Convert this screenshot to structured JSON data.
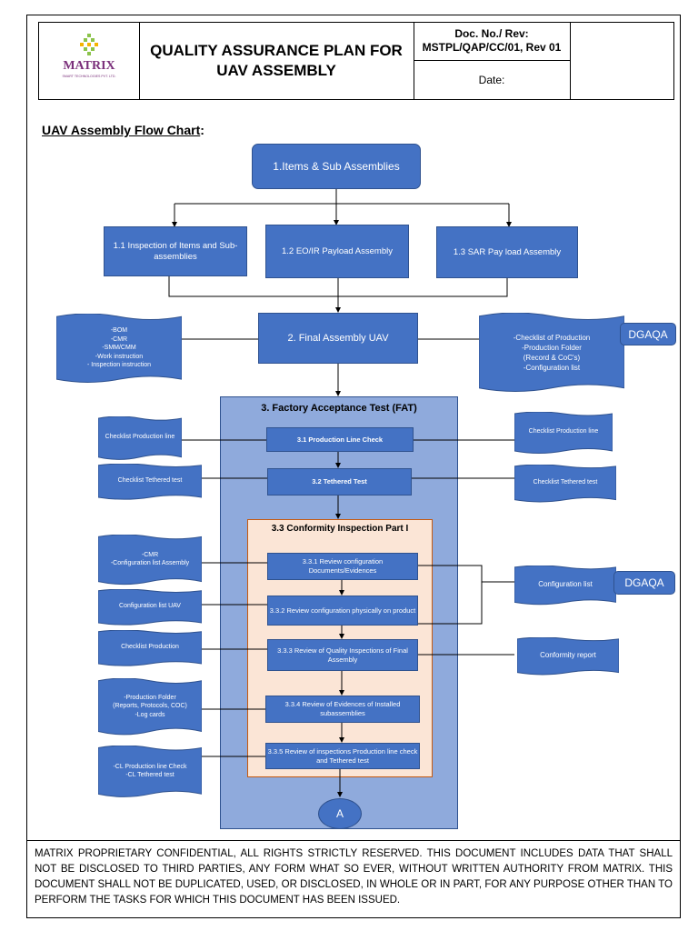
{
  "header": {
    "logo_name": "MATRIX",
    "logo_sub": "SMART TECHNOLOGIES PVT. LTD.",
    "title": "QUALITY ASSURANCE PLAN FOR UAV ASSEMBLY",
    "doc_label": "Doc. No./ Rev:",
    "doc_value": "MSTPL/QAP/CC/01, Rev 01",
    "date_label": "Date:",
    "brand_colors": [
      "#8bc34a",
      "#f4b400",
      "#7a2f7a"
    ]
  },
  "section_title": "UAV Assembly Flow Chart",
  "section_colon": ":",
  "flow": {
    "items": "1.Items & Sub Assemblies",
    "insp_items": "1.1 Inspection of Items and Sub-assemblies",
    "eoir": "1.2 EO/IR Payload Assembly",
    "sar": "1.3 SAR Pay load Assembly",
    "final": "2. Final Assembly UAV",
    "fat_title": "3. Factory Acceptance Test (FAT)",
    "plc": "3.1 Production Line Check",
    "tethered": "3.2 Tethered Test",
    "ci_title": "3.3 Conformity Inspection Part I",
    "s331": "3.3.1 Review configuration Documents/Evidences",
    "s332": "3.3.2 Review configuration physically on product",
    "s333": "3.3.3 Review of Quality Inspections of Final Assembly",
    "s334": "3.3.4 Review of Evidences of Installed subassemblies",
    "s335": "3.3.5 Review of inspections Production line check and Tethered test",
    "connector": "A"
  },
  "docs": {
    "bom": "-BOM\n-CMR\n-SMM/CMM\n-Work instruction\n- Inspection instruction",
    "prod_checklist": "-Checklist of Production\n-Production Folder\n(Record & CoC's)\n-Configuration list",
    "left_plc": "Checklist Production line",
    "right_plc": "Checklist Production line",
    "left_teth": "Checklist Tethered test",
    "right_teth": "Checklist Tethered test",
    "cmr_cfg": "-CMR\n-Configuration list Assembly",
    "cfg_list": "Configuration list",
    "cfg_uav": "Configuration list UAV",
    "chk_prod": "Checklist Production",
    "conf_report": "Conformity report",
    "prod_folder": "-Production Folder\n(Reports, Protocols, COC)\n-Log cards",
    "cl_prod": "-CL Production line Check\n-CL Tethered test"
  },
  "dgaqa_1": "DGAQA",
  "dgaqa_2": "DGAQA",
  "footer": "MATRIX PROPRIETARY CONFIDENTIAL, ALL RIGHTS STRICTLY RESERVED. THIS DOCUMENT INCLUDES DATA THAT SHALL NOT BE DISCLOSED TO THIRD PARTIES, ANY FORM WHAT SO EVER, WITHOUT WRITTEN AUTHORITY FROM MATRIX. THIS DOCUMENT SHALL NOT BE DUPLICATED, USED, OR DISCLOSED, IN WHOLE OR IN PART, FOR ANY PURPOSE OTHER THAN TO PERFORM THE TASKS FOR WHICH THIS DOCUMENT HAS BEEN ISSUED."
}
